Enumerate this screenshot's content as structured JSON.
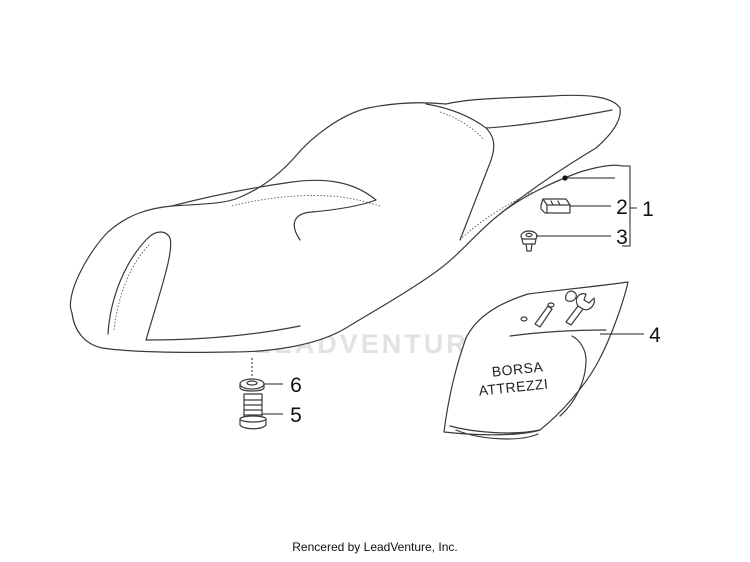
{
  "watermark": {
    "brand": "LEADVENTURE"
  },
  "callouts": {
    "c1": "1",
    "c2": "2",
    "c3": "3",
    "c4": "4",
    "c5": "5",
    "c6": "6"
  },
  "tool_bag": {
    "line1": "BORSA",
    "line2": "ATTREZZI"
  },
  "footer": {
    "credit": "Rencered by LeadVenture, Inc."
  }
}
